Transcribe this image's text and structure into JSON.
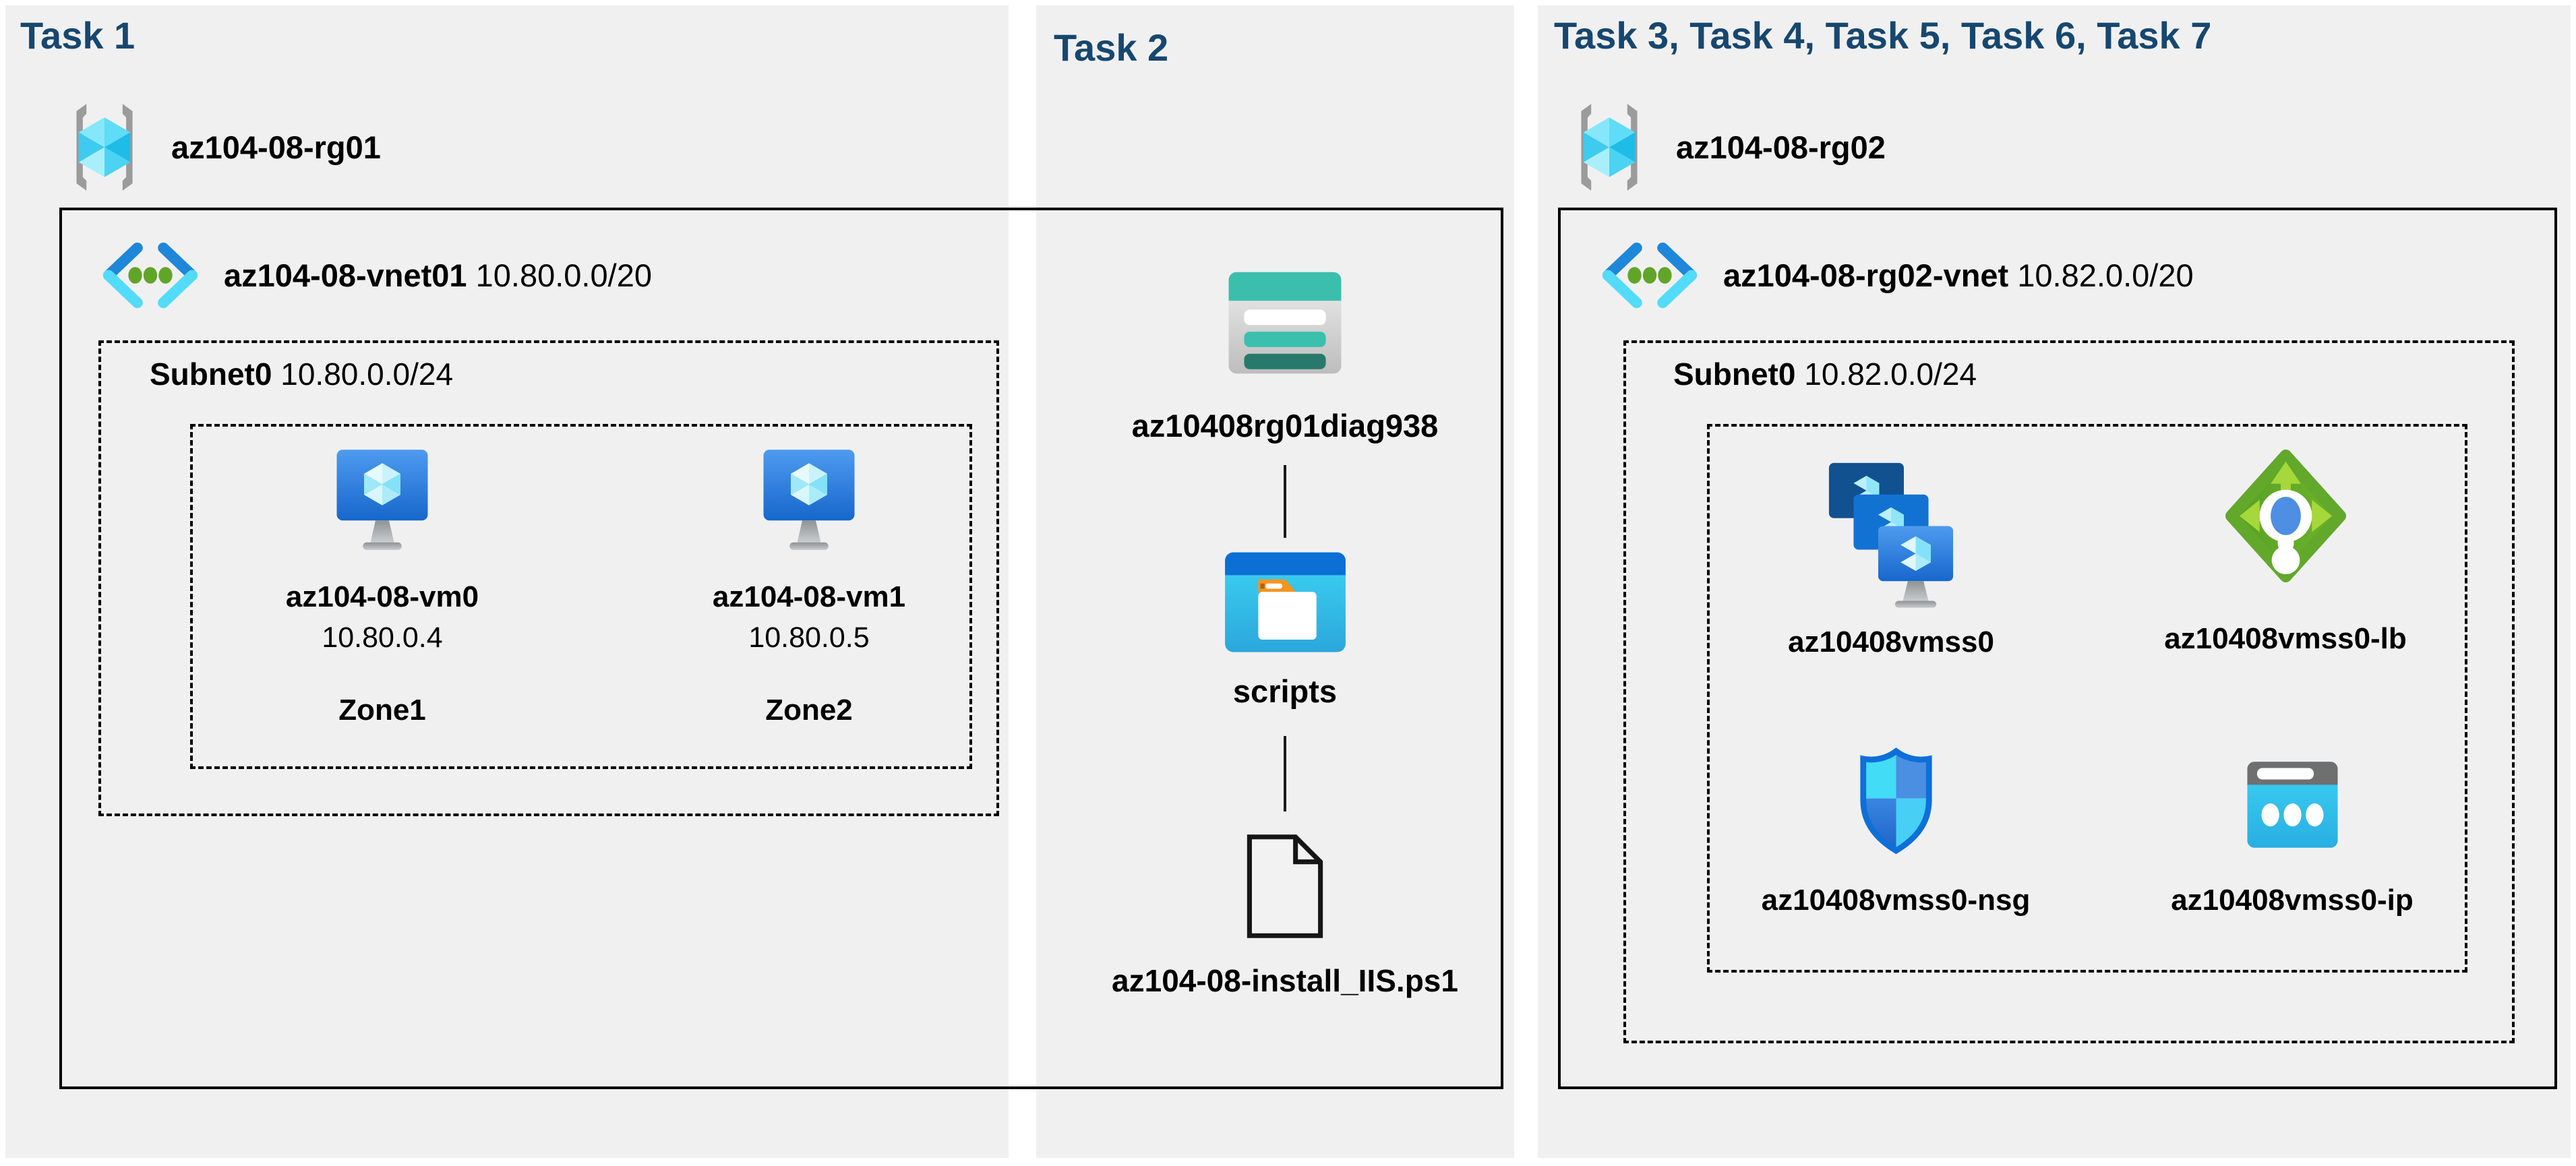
{
  "colors": {
    "heading": "#17476F",
    "panel_background": "#F0F0F1",
    "box_border": "#000000",
    "label_text": "#000000"
  },
  "icons": {
    "resource_group": "resource-group-icon",
    "virtual_network": "vnet-icon",
    "virtual_machine": "vm-icon",
    "storage_account": "storage-account-icon",
    "folder": "folder-icon",
    "script_file": "document-icon",
    "vm_scale_set": "vmss-icon",
    "load_balancer": "load-balancer-icon",
    "network_security_group": "nsg-shield-icon",
    "public_ip": "public-ip-icon"
  },
  "panels": {
    "task1": {
      "title": "Task 1",
      "resource_group": {
        "name": "az104-08-rg01"
      },
      "vnet": {
        "name": "az104-08-vnet01",
        "cidr": "10.80.0.0/20"
      },
      "subnet": {
        "name": "Subnet0",
        "cidr": "10.80.0.0/24"
      },
      "vms": [
        {
          "name": "az104-08-vm0",
          "ip": "10.80.0.4",
          "zone": "Zone1"
        },
        {
          "name": "az104-08-vm1",
          "ip": "10.80.0.5",
          "zone": "Zone2"
        }
      ]
    },
    "task2": {
      "title": "Task 2",
      "storage_account": {
        "name": "az10408rg01diag938"
      },
      "folder": {
        "name": "scripts"
      },
      "script_file": {
        "name": "az104-08-install_IIS.ps1"
      }
    },
    "task3": {
      "title": "Task 3, Task 4, Task 5, Task 6, Task 7",
      "resource_group": {
        "name": "az104-08-rg02"
      },
      "vnet": {
        "name": "az104-08-rg02-vnet",
        "cidr": "10.82.0.0/20"
      },
      "subnet": {
        "name": "Subnet0",
        "cidr": "10.82.0.0/24"
      },
      "vmss": {
        "name": "az10408vmss0"
      },
      "load_balancer": {
        "name": "az10408vmss0-lb"
      },
      "nsg": {
        "name": "az10408vmss0-nsg"
      },
      "public_ip": {
        "name": "az10408vmss0-ip"
      }
    }
  }
}
